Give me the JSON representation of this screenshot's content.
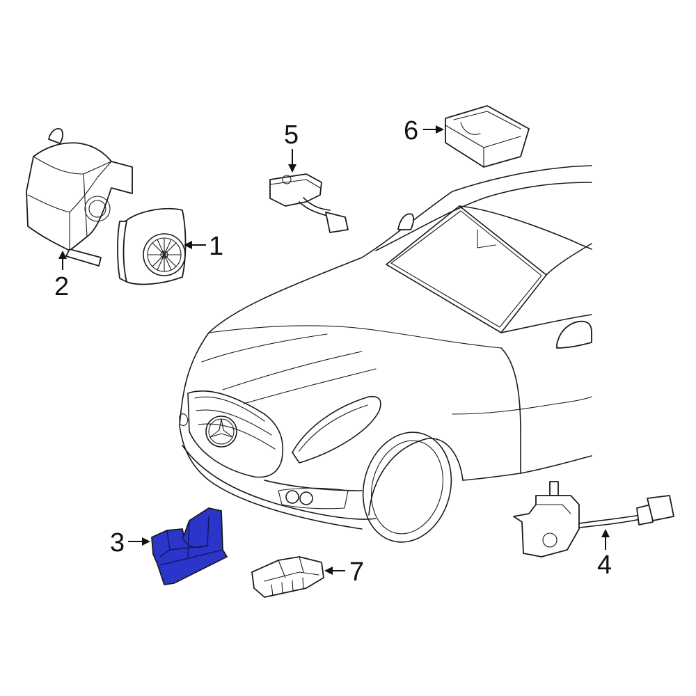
{
  "callouts": {
    "c1": "1",
    "c2": "2",
    "c3": "3",
    "c4": "4",
    "c5": "5",
    "c6": "6",
    "c7": "7"
  },
  "colors": {
    "highlight_part": "#2b35c9",
    "line": "#1a1a1a",
    "background": "#ffffff"
  },
  "highlighted_part": "3"
}
